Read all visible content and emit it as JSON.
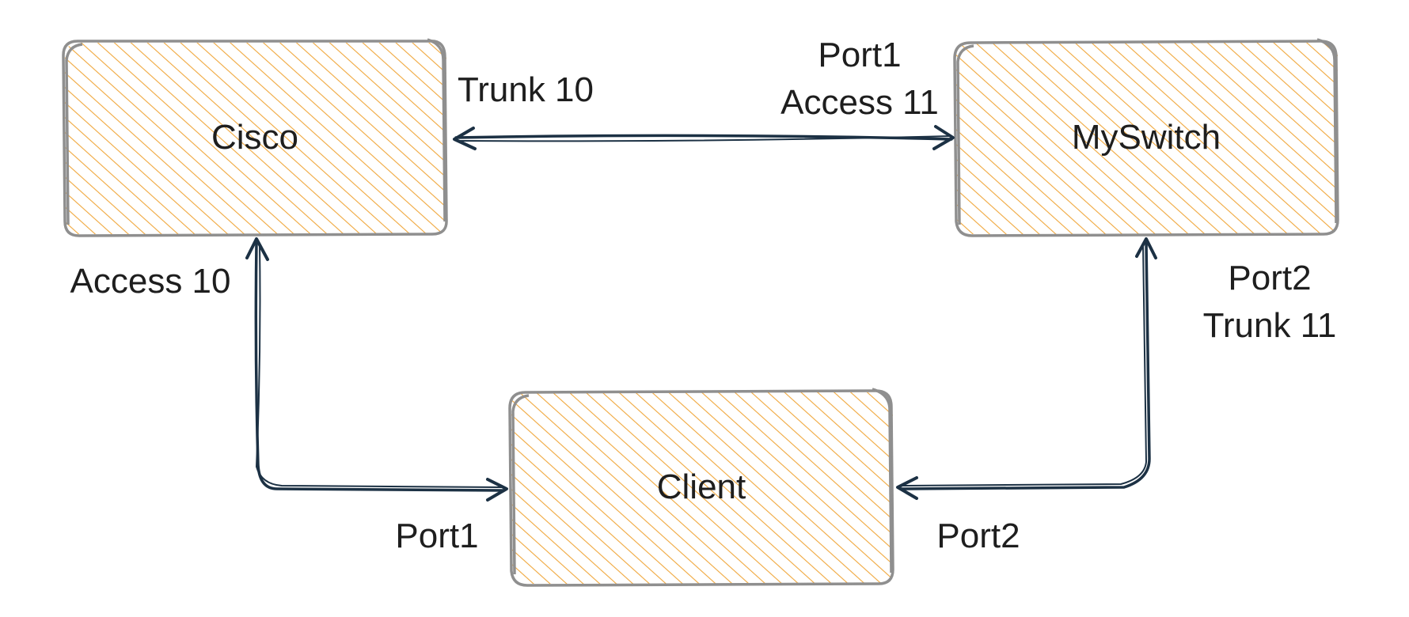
{
  "diagram": {
    "colors": {
      "node_fill_hatch": "#f0a73c",
      "node_outline": "#8f8f8f",
      "edge_stroke": "#1c3144",
      "text": "#1e1e1e",
      "background": "#ffffff"
    },
    "nodes": {
      "cisco": {
        "label": "Cisco"
      },
      "myswitch": {
        "label": "MySwitch"
      },
      "client": {
        "label": "Client"
      }
    },
    "edges": {
      "cisco_myswitch": {
        "source_label": "Trunk 10",
        "target_label_line1": "Port1",
        "target_label_line2": "Access 11"
      },
      "cisco_client": {
        "source_label": "Access 10",
        "target_label": "Port1"
      },
      "myswitch_client": {
        "source_label_line1": "Port2",
        "source_label_line2": "Trunk 11",
        "target_label": "Port2"
      }
    }
  }
}
